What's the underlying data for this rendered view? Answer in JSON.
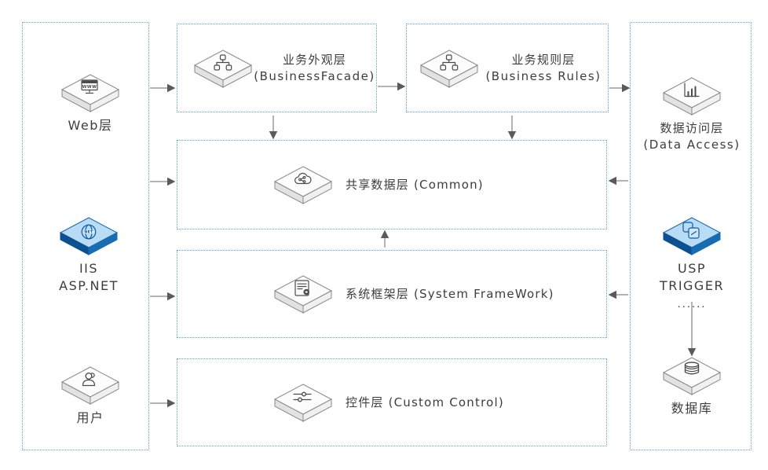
{
  "diagram": {
    "colors": {
      "box_border": "#57a0da",
      "arrow_line": "#9b9b9b",
      "arrow_head": "#5a5a5a",
      "text": "#3d3d3d",
      "blue_tile_top": "#b9dcf6",
      "blue_tile_side": "#0d5192"
    },
    "nodes": {
      "web": {
        "icon": "browser-icon",
        "label": "Web层"
      },
      "iis": {
        "icon": "dotnet-globe-icon",
        "line1": "IIS",
        "line2": "ASP.NET"
      },
      "user": {
        "icon": "person-icon",
        "label": "用户"
      },
      "facade": {
        "icon": "sitemap-icon",
        "line1": "业务外观层",
        "line2": "(BusinessFacade)"
      },
      "rules": {
        "icon": "sitemap-icon",
        "line1": "业务规则层",
        "line2": "(Business Rules)"
      },
      "data_access": {
        "icon": "bar-chart-icon",
        "line1": "数据访问层",
        "line2": "(Data Access)"
      },
      "usp": {
        "icon": "stored-procedure-icon",
        "line1": "USP",
        "line2": "TRIGGER",
        "line3": "......"
      },
      "database": {
        "icon": "database-icon",
        "label": "数据库"
      },
      "common": {
        "icon": "cloud-share-icon",
        "label": "共享数据层 (Common)"
      },
      "framework": {
        "icon": "report-icon",
        "label": "系统框架层 (System FrameWork)"
      },
      "control": {
        "icon": "sliders-icon",
        "label": "控件层 (Custom Control)"
      }
    }
  }
}
